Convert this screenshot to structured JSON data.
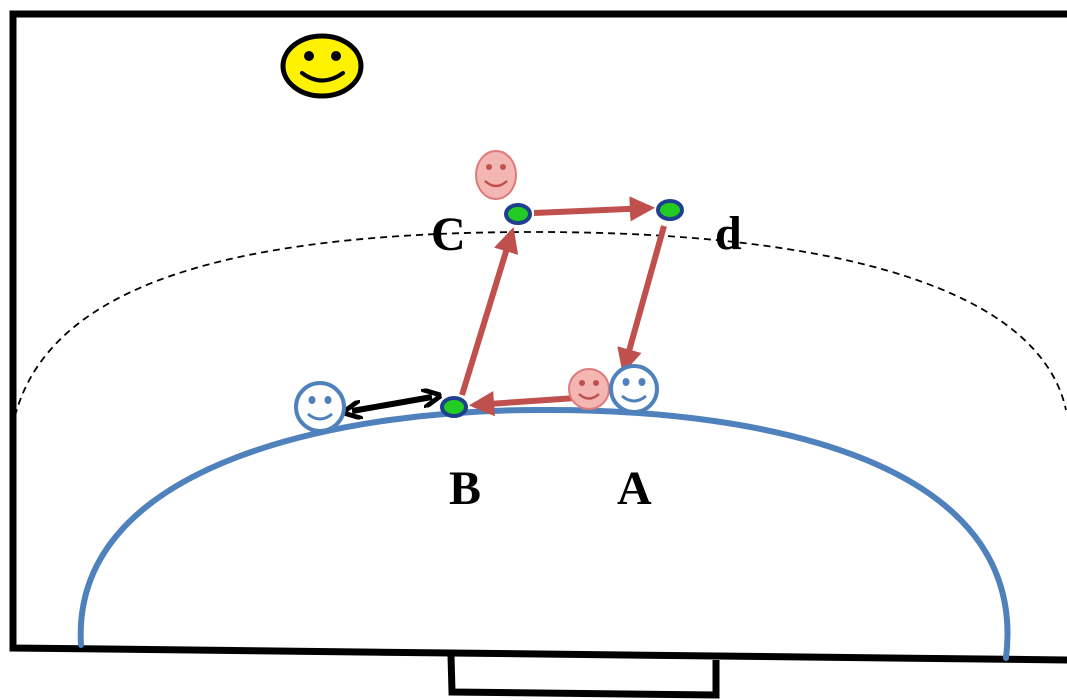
{
  "labels": {
    "a": "A",
    "b": "B",
    "c": "C",
    "d": "d"
  },
  "colors": {
    "court_line": "#000000",
    "six_meter_line": "#4F81BD",
    "nine_meter_line": "#000000",
    "goal": "#000000",
    "pass_arrow": "#C0504D",
    "cone_fill": "#22CC22",
    "cone_border": "#1F3F8F",
    "attacker_face": "#F4B6B3",
    "attacker_outline": "#E07A7A",
    "defender_outline": "#4F81BD",
    "yellow_face": "#FFF200",
    "double_arrow": "#000000"
  },
  "icons": {
    "yellow_player": "yellow-smiley-icon",
    "attacker": "pink-smiley-icon",
    "defender": "blue-smiley-icon",
    "cone": "green-cone-icon"
  }
}
